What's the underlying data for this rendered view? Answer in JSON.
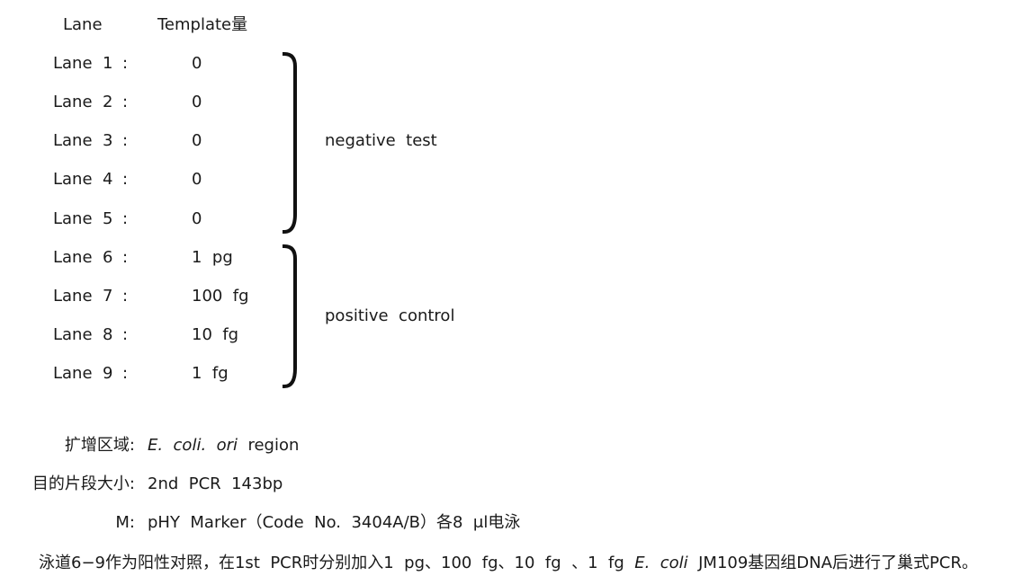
{
  "header": {
    "lane": "Lane",
    "template": "Template量"
  },
  "lanes": [
    {
      "label": "Lane  1",
      "colon": ":",
      "value": "0"
    },
    {
      "label": "Lane  2",
      "colon": ":",
      "value": "0"
    },
    {
      "label": "Lane  3",
      "colon": ":",
      "value": "0"
    },
    {
      "label": "Lane  4",
      "colon": ":",
      "value": "0"
    },
    {
      "label": "Lane  5",
      "colon": ":",
      "value": "0"
    },
    {
      "label": "Lane  6",
      "colon": ":",
      "value": "1  pg"
    },
    {
      "label": "Lane  7",
      "colon": ":",
      "value": "100  fg"
    },
    {
      "label": "Lane  8",
      "colon": ":",
      "value": "10  fg"
    },
    {
      "label": "Lane  9",
      "colon": ":",
      "value": "1  fg"
    }
  ],
  "groups": {
    "negative": "negative  test",
    "positive": "positive  control"
  },
  "meta": {
    "region_label": "扩增区域:",
    "region_value_italic": "E.  coli.  ori",
    "region_value_rest": "  region",
    "size_label": "目的片段大小:",
    "size_value": "2nd  PCR  143bp",
    "marker_label": "M:",
    "marker_value": "pHY  Marker（Code  No.  3404A/B）各8  μl电泳"
  },
  "note": {
    "part1": "泳道6−9作为阳性对照，在1st  PCR时分别加入1  pg、100  fg、10  fg  、1  fg  ",
    "italic": "E.  coli",
    "part2": "  JM109基因组DNA后进行了巢式PCR。"
  }
}
